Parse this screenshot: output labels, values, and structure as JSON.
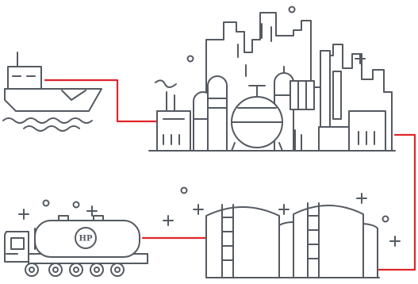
{
  "diagram": {
    "colors": {
      "stroke": "#555a61",
      "pipeline": "#e0262b",
      "background": "#ffffff"
    },
    "nodes": [
      {
        "id": "ship",
        "icon": "oil-tanker-ship-icon"
      },
      {
        "id": "refinery",
        "icon": "refinery-plant-icon"
      },
      {
        "id": "storage",
        "icon": "storage-tanks-icon"
      },
      {
        "id": "truck",
        "icon": "fuel-tanker-truck-icon"
      }
    ],
    "edges": [
      {
        "from": "ship",
        "to": "refinery"
      },
      {
        "from": "refinery",
        "to": "storage"
      },
      {
        "from": "storage",
        "to": "truck"
      }
    ],
    "truck_logo": {
      "text": "HP"
    }
  }
}
